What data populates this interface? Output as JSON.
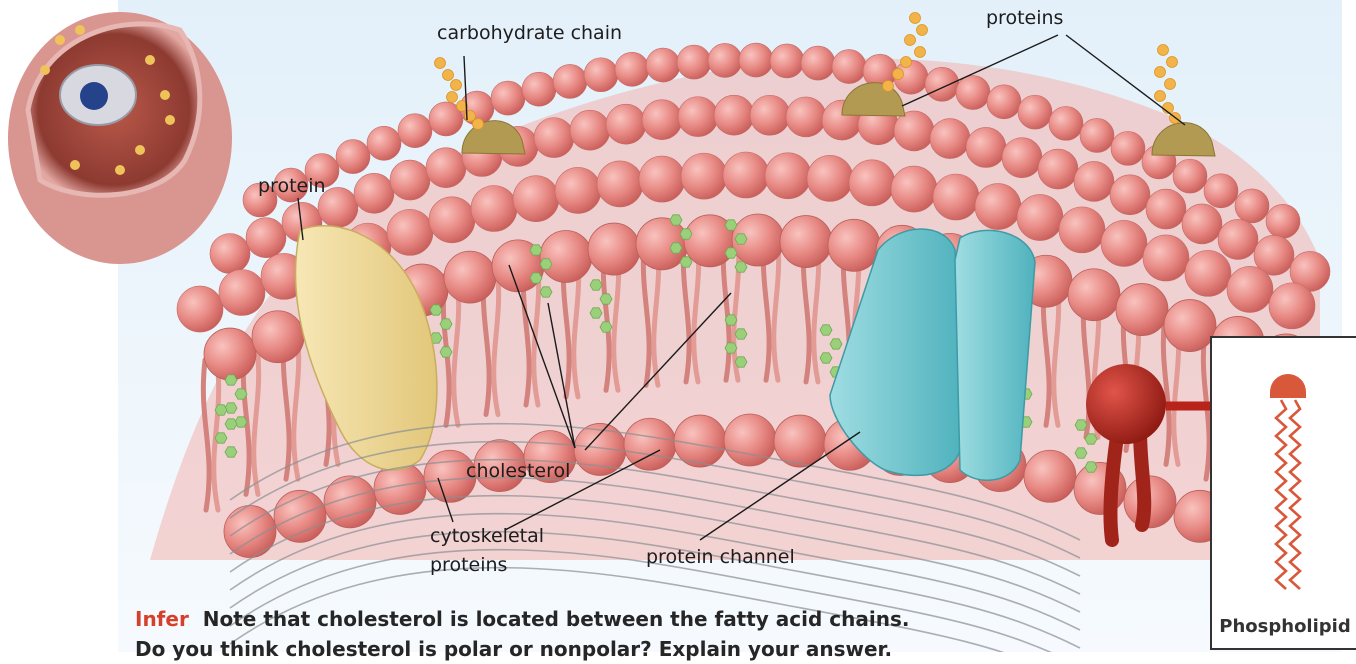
{
  "labels": {
    "carbohydrate_chain": "carbohydrate chain",
    "proteins": "proteins",
    "protein": "protein",
    "cholesterol": "cholesterol",
    "cytoskeletal_line1": "cytoskeletal",
    "cytoskeletal_line2": "proteins",
    "protein_channel": "protein channel",
    "phospholipid": "Phospholipid"
  },
  "caption": {
    "keyword": "Infer",
    "line1": "Note that cholesterol is located between the fatty acid chains.",
    "line2": "Do you think cholesterol is polar or nonpolar? Explain your answer."
  },
  "colors": {
    "phospholipid_head": "#e88a85",
    "protein_yellow": "#f1dc9b",
    "protein_channel": "#79cbd3",
    "carbohydrate": "#f2b44a",
    "cholesterol": "#9bd07b",
    "highlight_phospholipid": "#b8231a",
    "infer": "#d6402a"
  },
  "icons": [
    "cell-cutaway-icon",
    "arrow-right-icon"
  ]
}
